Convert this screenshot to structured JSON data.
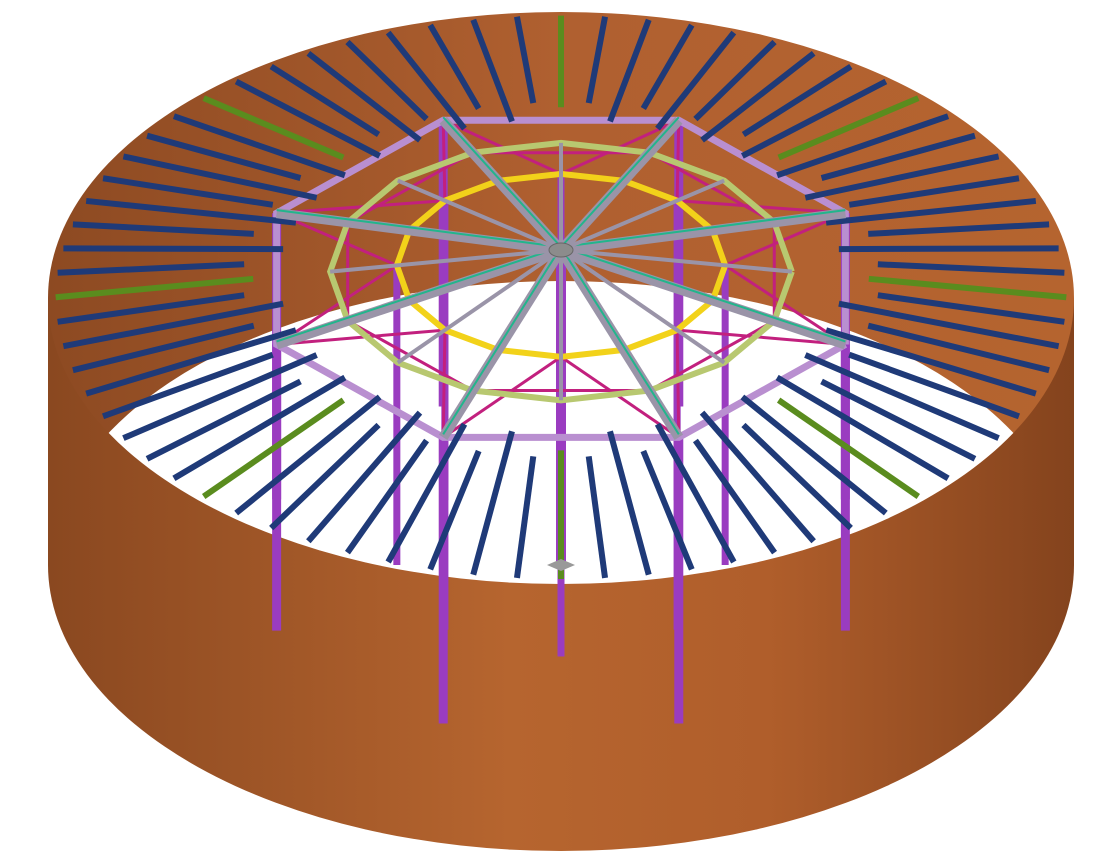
{
  "scene": {
    "colors": {
      "background": "#ffffff",
      "tank_shell_light": "#b4622f",
      "tank_shell_dark": "#87461f",
      "tank_inner": "#a5582a",
      "floor": "#ffffff",
      "rafter": "#1f3a78",
      "rafter_accent": "#5a8c1e",
      "main_girder": "#9a94a8",
      "girder_edge": "#22b58c",
      "outer_ring": "#b98fd0",
      "middle_ring": "#b8c870",
      "inner_ring": "#f2d21a",
      "bracing": "#c2207e",
      "column": "#9a3cc0",
      "hub": "#8c8c8c"
    },
    "rafter_count": 72,
    "accent_every": 9,
    "frame_sides": 8
  }
}
